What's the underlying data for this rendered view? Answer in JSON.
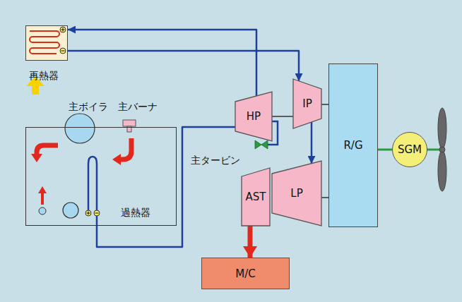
{
  "diagram": {
    "nodes": [
      {
        "text": [
          "再熱器"
        ]
      },
      {
        "text": [
          "主ボイラ",
          "主バーナ",
          "過熱器"
        ]
      },
      {
        "text": [
          "HP"
        ]
      },
      {
        "text": [
          "IP"
        ]
      },
      {
        "text": [
          "R/G"
        ]
      },
      {
        "text": [
          "AST"
        ]
      },
      {
        "text": [
          "LP"
        ]
      },
      {
        "text": [
          "SGM"
        ]
      },
      {
        "text": [
          "M/C"
        ]
      }
    ],
    "edges": [
      {
        "from": 1,
        "to": 2,
        "arrow": "none"
      },
      {
        "from": 2,
        "to": 0,
        "arrow": "to"
      },
      {
        "from": 0,
        "to": 3,
        "arrow": "to"
      },
      {
        "from": 3,
        "to": 6,
        "arrow": "to"
      },
      {
        "from": 2,
        "to": 3,
        "arrow": "none"
      },
      {
        "from": 3,
        "to": 4,
        "arrow": "none"
      },
      {
        "from": 6,
        "to": 4,
        "arrow": "none"
      },
      {
        "from": 4,
        "to": 7,
        "arrow": "none"
      },
      {
        "from": 5,
        "to": 8,
        "arrow": "to"
      }
    ],
    "labels": [
      "主タービン"
    ]
  }
}
